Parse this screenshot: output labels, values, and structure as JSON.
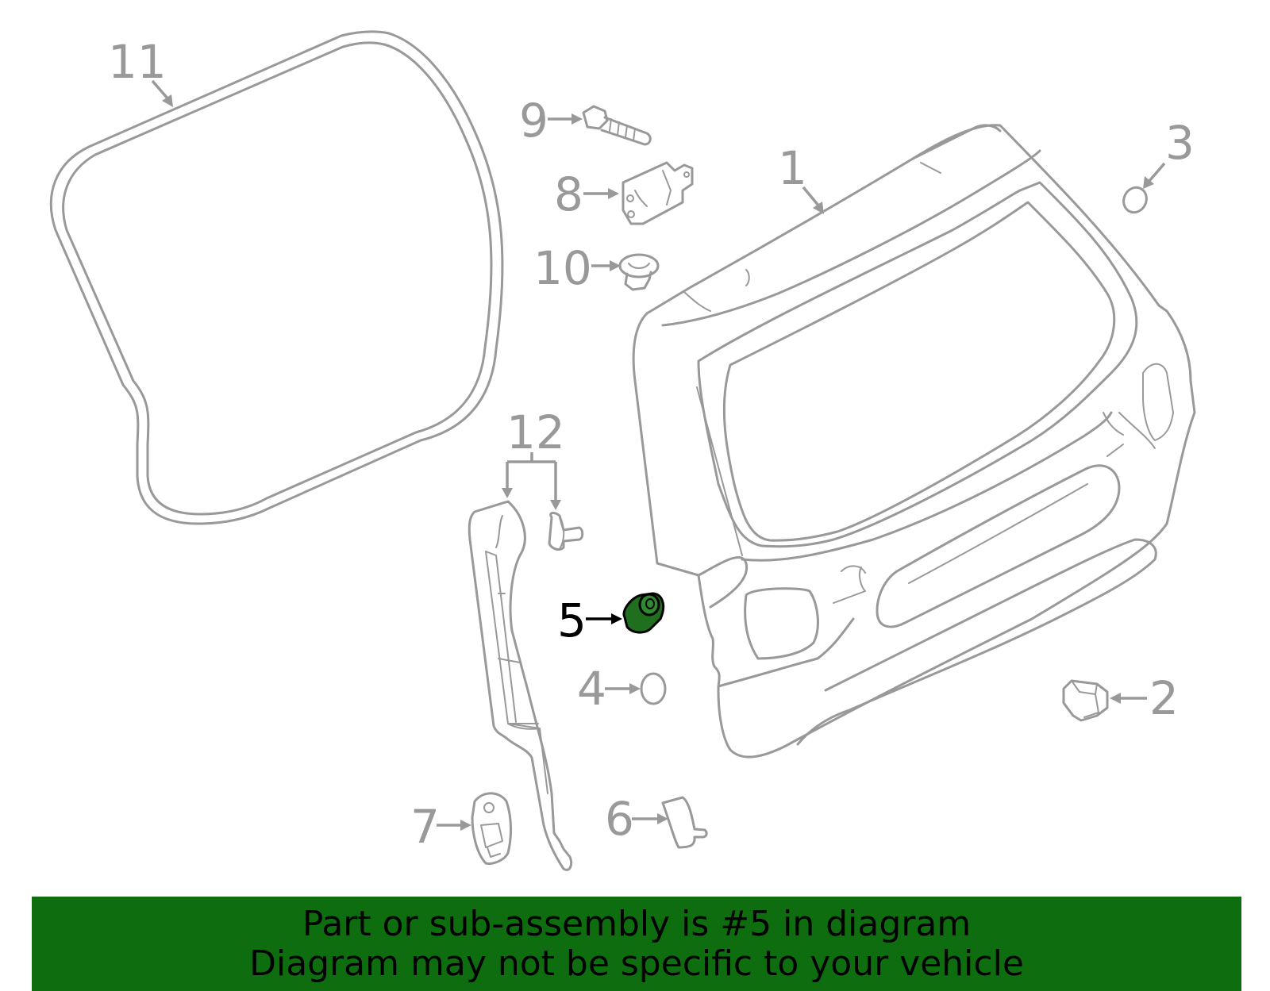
{
  "callouts": {
    "c1": "1",
    "c2": "2",
    "c3": "3",
    "c4": "4",
    "c5": "5",
    "c6": "6",
    "c7": "7",
    "c8": "8",
    "c9": "9",
    "c10": "10",
    "c11": "11",
    "c12": "12"
  },
  "highlighted_part": "5",
  "colors": {
    "line": "#999999",
    "highlight_fill": "#1f6f1f",
    "banner": "#0e6d0e"
  },
  "banner": {
    "line1": "Part or sub-assembly is #5 in diagram",
    "line2": "Diagram may not be specific to your vehicle"
  }
}
